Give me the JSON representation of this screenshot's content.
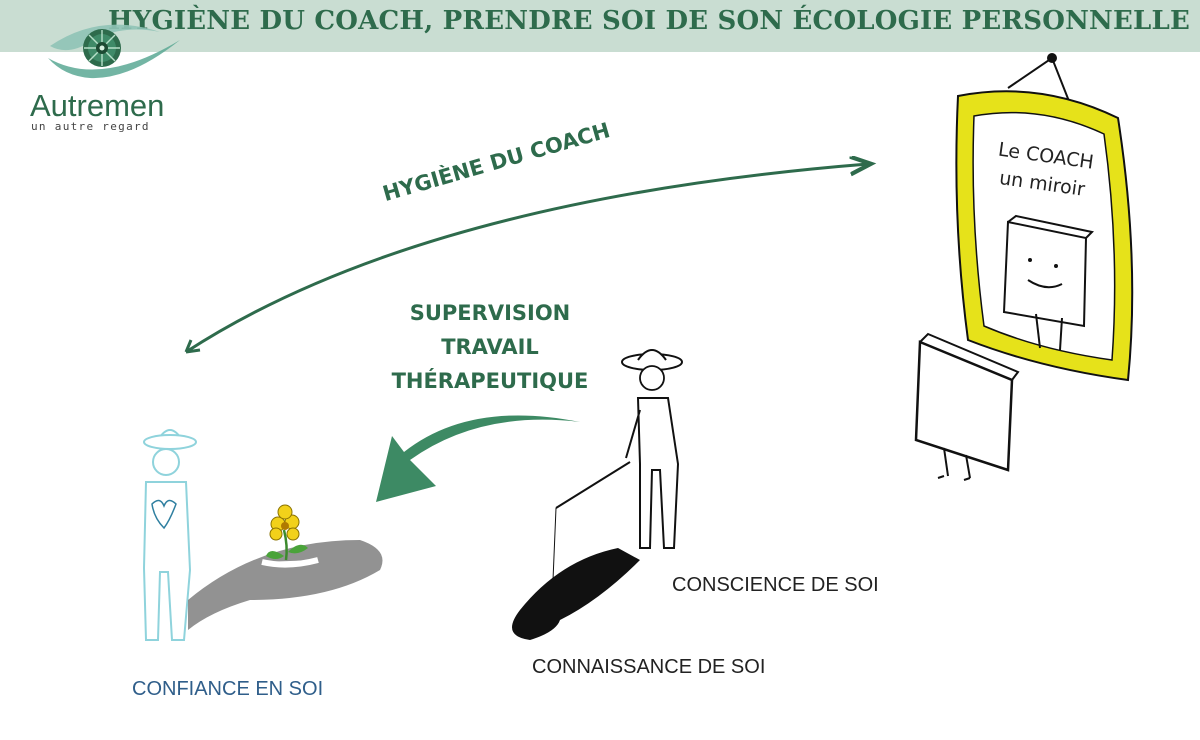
{
  "header": {
    "title": "HYGIÈNE DU COACH, PRENDRE SOI DE SON ÉCOLOGIE PERSONNELLE",
    "bg_color": "#c9ddd2",
    "text_color": "#2e6b4c"
  },
  "logo": {
    "name": "Autremen",
    "tagline": "un autre regard",
    "icon": "eye-mandala-icon"
  },
  "diagram": {
    "arc_label": "HYGIÈNE DU COACH",
    "practices": [
      "SUPERVISION",
      "TRAVAIL",
      "THÉRAPEUTIQUE"
    ],
    "mirror_text": [
      "Le COACH",
      "un miroir"
    ],
    "labels": {
      "self_awareness": "CONSCIENCE DE SOI",
      "self_knowledge": "CONNAISSANCE DE SOI",
      "self_confidence": "CONFIANCE EN SOI"
    },
    "colors": {
      "arrow": "#2e6b4c",
      "swoosh": "#3d8a64",
      "mirror_frame": "#e6e21a",
      "confidence_label": "#2f5e8a",
      "figure_outline": "#8fd3dc",
      "flower": "#f2d11a"
    }
  }
}
